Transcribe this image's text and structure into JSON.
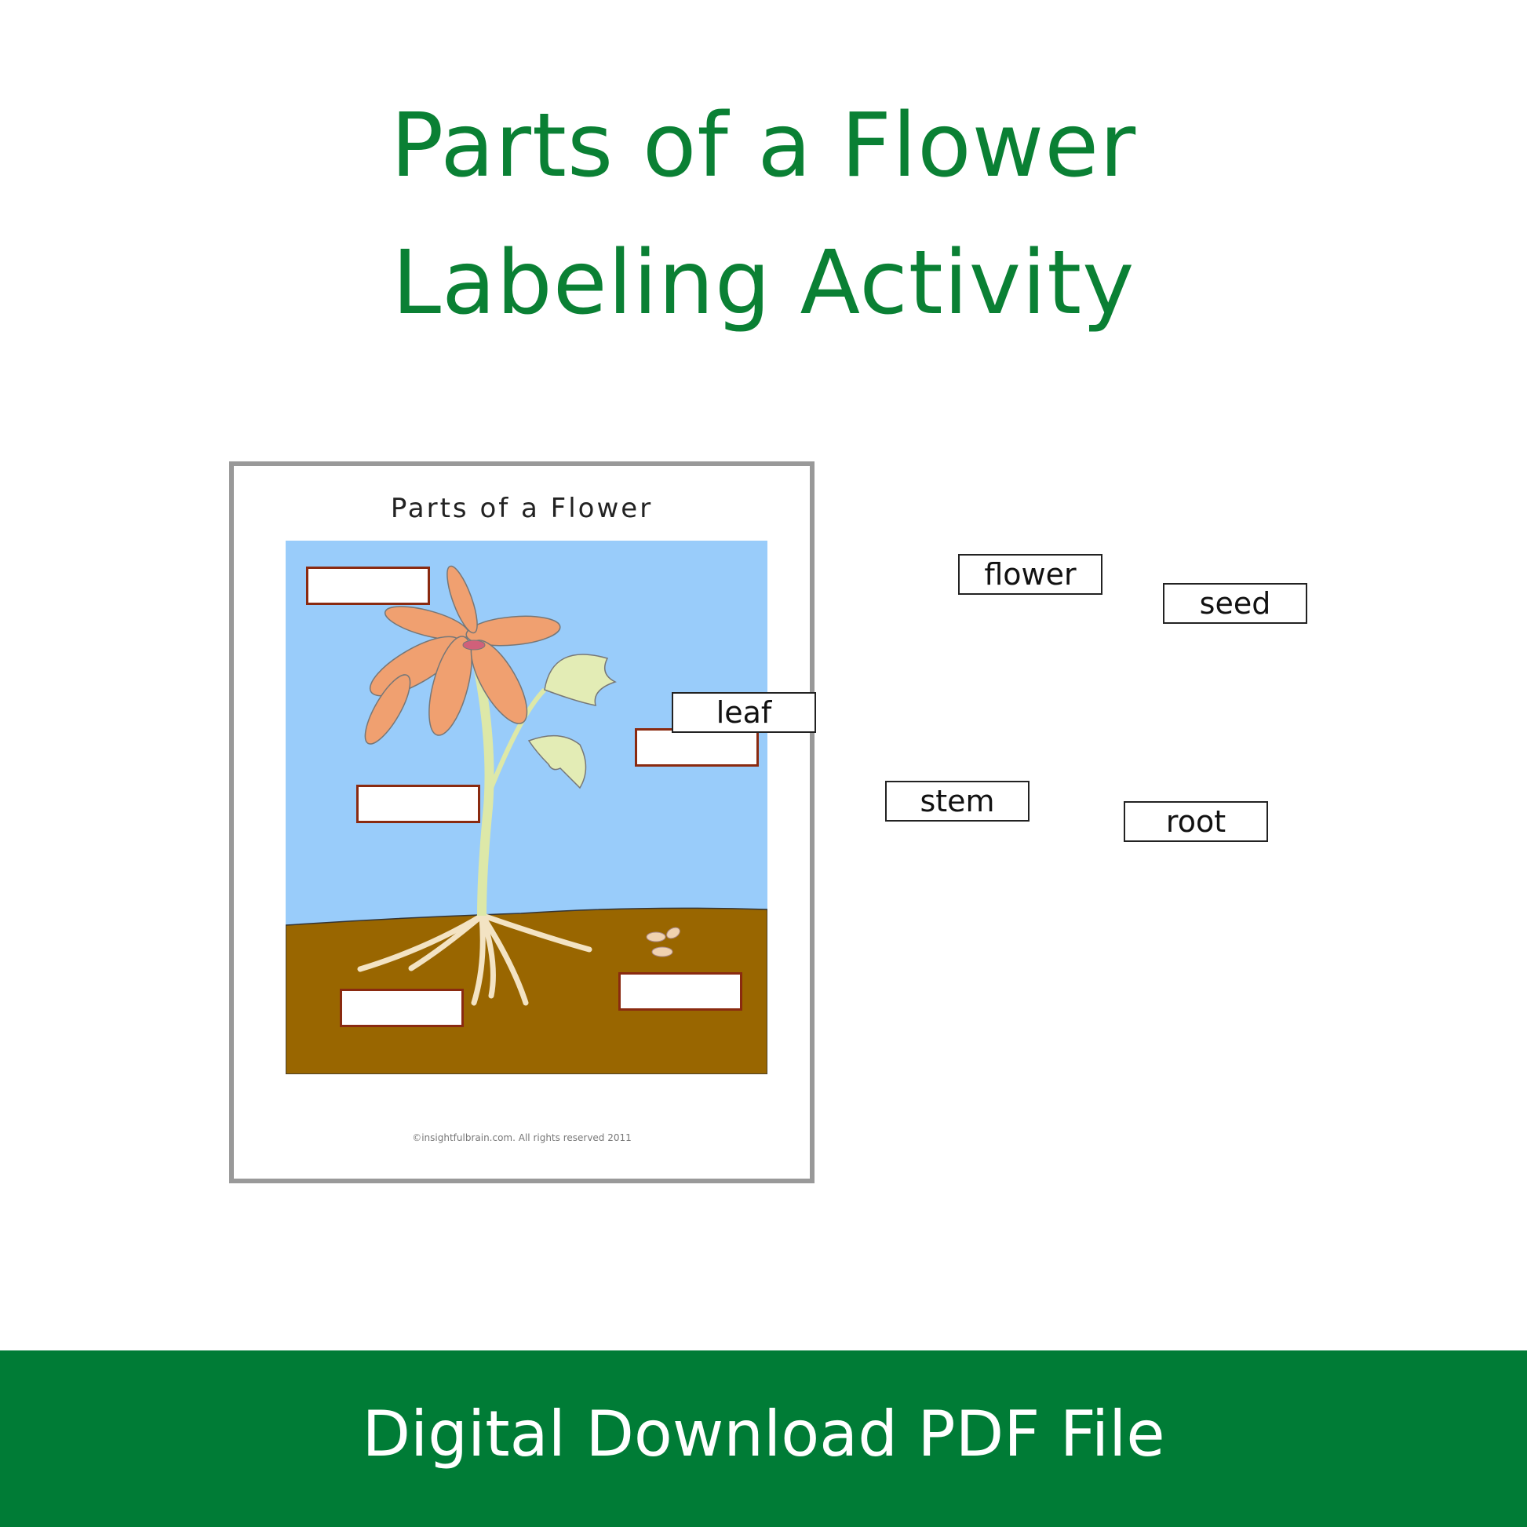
{
  "header": {
    "title_line1": "Parts of a Flower",
    "title_line2": "Labeling Activity"
  },
  "worksheet": {
    "title": "Parts of a Flower",
    "copyright": "©insightfulbrain.com. All rights reserved 2011"
  },
  "word_cards": [
    {
      "label": "leaf"
    },
    {
      "label": "flower"
    },
    {
      "label": "seed"
    },
    {
      "label": "stem"
    },
    {
      "label": "root"
    }
  ],
  "footer": {
    "text": "Digital Download PDF File"
  },
  "colors": {
    "brand_green": "#007c36",
    "sky": "#99ccfa",
    "soil": "#996600",
    "label_border": "#8a2a10"
  }
}
